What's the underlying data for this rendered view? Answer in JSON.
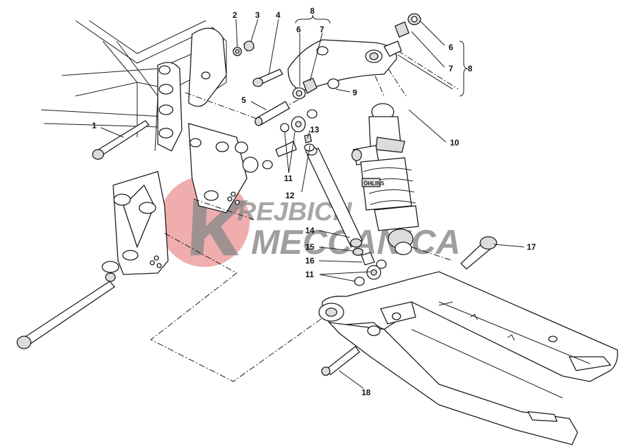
{
  "diagram": {
    "callouts": [
      "1",
      "2",
      "3",
      "4",
      "5",
      "6",
      "7",
      "8",
      "9",
      "10",
      "11",
      "12",
      "13",
      "14",
      "15",
      "16",
      "17",
      "18"
    ],
    "group_label_top": "8",
    "group_label_right": "8",
    "right_group_items": [
      "6",
      "7"
    ],
    "top_group_items": [
      "6",
      "7"
    ]
  },
  "watermark": {
    "line1": "REJBICH",
    "line2": "MECCANICA",
    "logo_color": "#e46a6a",
    "text_color": "#7f7f7f"
  },
  "shock_label": "ÖHLINS"
}
